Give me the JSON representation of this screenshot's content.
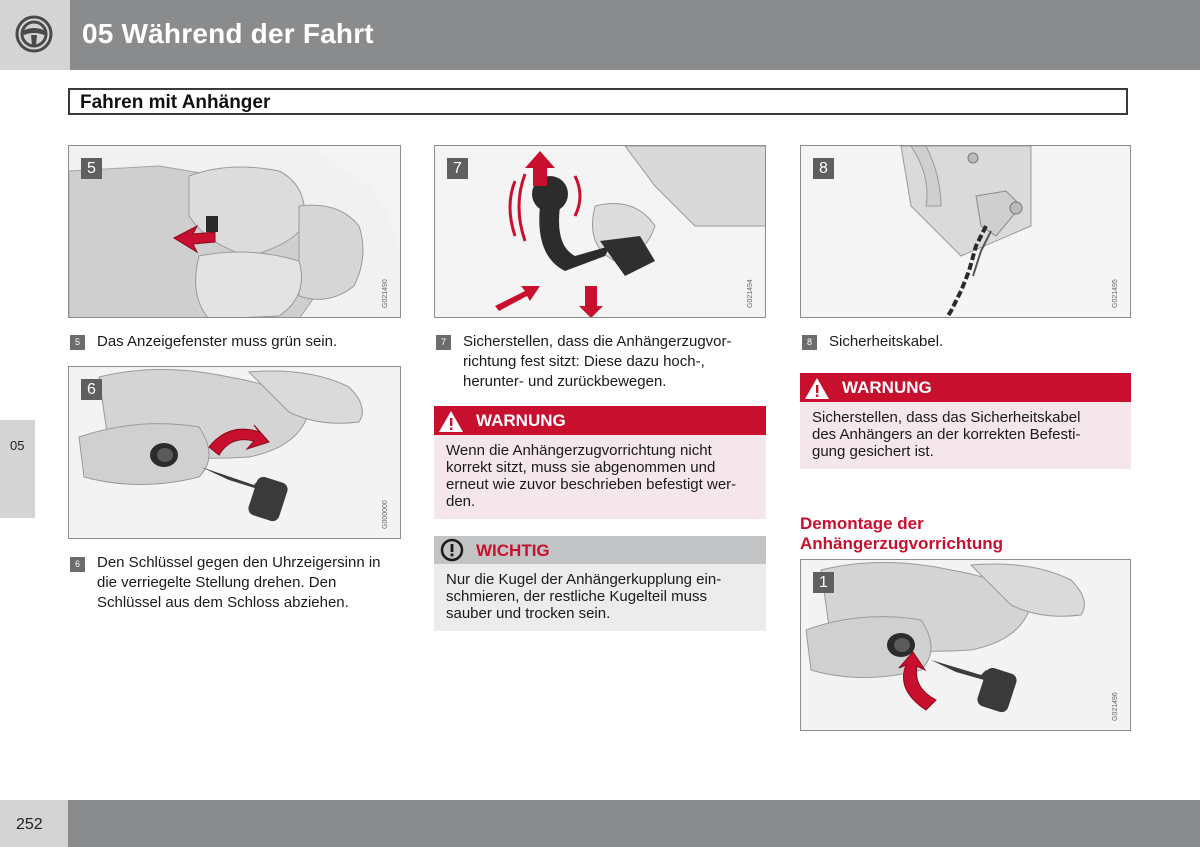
{
  "header": {
    "title": "05 Während der Fahrt",
    "icon": "steering-wheel-icon"
  },
  "section": {
    "title": "Fahren mit Anhänger"
  },
  "side_tab": {
    "label": "05"
  },
  "footer": {
    "page_number": "252"
  },
  "figures": {
    "fig5": {
      "num": "5",
      "code": "G021490"
    },
    "fig6": {
      "num": "6",
      "code": "G000000"
    },
    "fig7": {
      "num": "7",
      "code": "G021494"
    },
    "fig8": {
      "num": "8",
      "code": "G021495"
    },
    "fig1": {
      "num": "1",
      "code": "G021496"
    }
  },
  "steps": {
    "s5": {
      "num": "5",
      "lines": [
        "Das Anzeigefenster muss grün sein."
      ]
    },
    "s6": {
      "num": "6",
      "lines": [
        "Den Schlüssel gegen den Uhrzeigersinn in",
        "die verriegelte Stellung drehen. Den",
        "Schlüssel aus dem Schloss abziehen."
      ]
    },
    "s7": {
      "num": "7",
      "lines": [
        "Sicherstellen, dass die Anhängerzugvor-",
        "richtung fest sitzt: Diese dazu hoch-,",
        "herunter- und zurückbewegen."
      ]
    },
    "s8": {
      "num": "8",
      "lines": [
        "Sicherheitskabel."
      ]
    }
  },
  "warning1": {
    "title": "WARNUNG",
    "icon": "warning-triangle-icon",
    "lines": [
      "Wenn die Anhängerzugvorrichtung nicht",
      "korrekt sitzt, muss sie abgenommen und",
      "erneut wie zuvor beschrieben befestigt wer-",
      "den."
    ]
  },
  "important": {
    "title": "WICHTIG",
    "icon": "exclamation-circle-icon",
    "lines": [
      "Nur die Kugel der Anhängerkupplung ein-",
      "schmieren, der restliche Kugelteil muss",
      "sauber und trocken sein."
    ]
  },
  "warning2": {
    "title": "WARNUNG",
    "icon": "warning-triangle-icon",
    "lines": [
      "Sicherstellen, dass das Sicherheitskabel",
      "des Anhängers an der korrekten Befesti-",
      "gung gesichert ist."
    ]
  },
  "subsection": {
    "lines": [
      "Demontage der",
      "Anhängerzugvorrichtung"
    ]
  },
  "colors": {
    "accent": "#c8102e",
    "header_gray": "#8a8b8d",
    "light_gray": "#d4d4d5"
  }
}
